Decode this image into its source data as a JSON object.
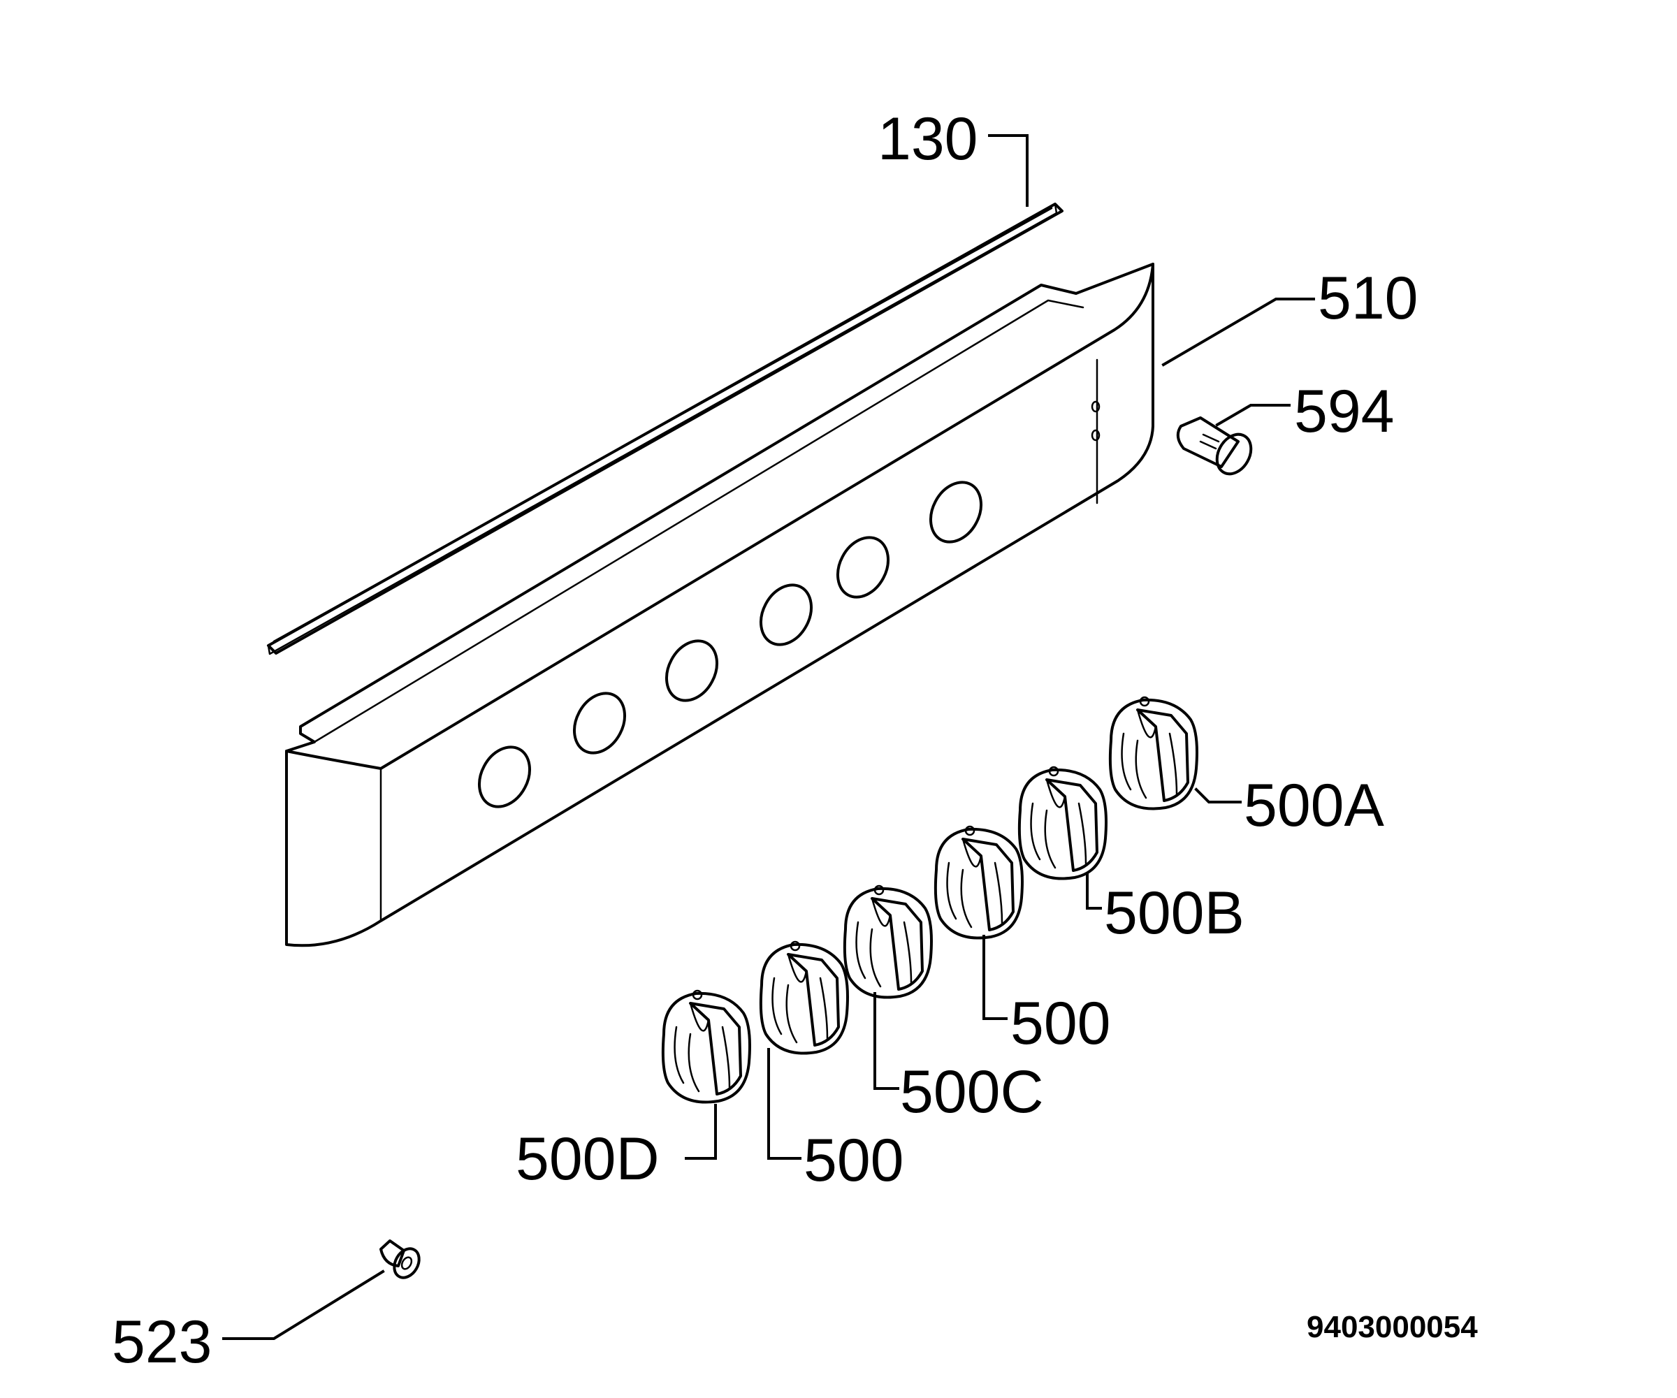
{
  "labels": {
    "strip": "130",
    "panel": "510",
    "indicator_lamp": "594",
    "knob_a": "500A",
    "knob_b": "500B",
    "knob_e": "500",
    "knob_c": "500C",
    "knob_f": "500",
    "knob_d": "500D",
    "screw": "523"
  },
  "drawing_number": "9403000054"
}
